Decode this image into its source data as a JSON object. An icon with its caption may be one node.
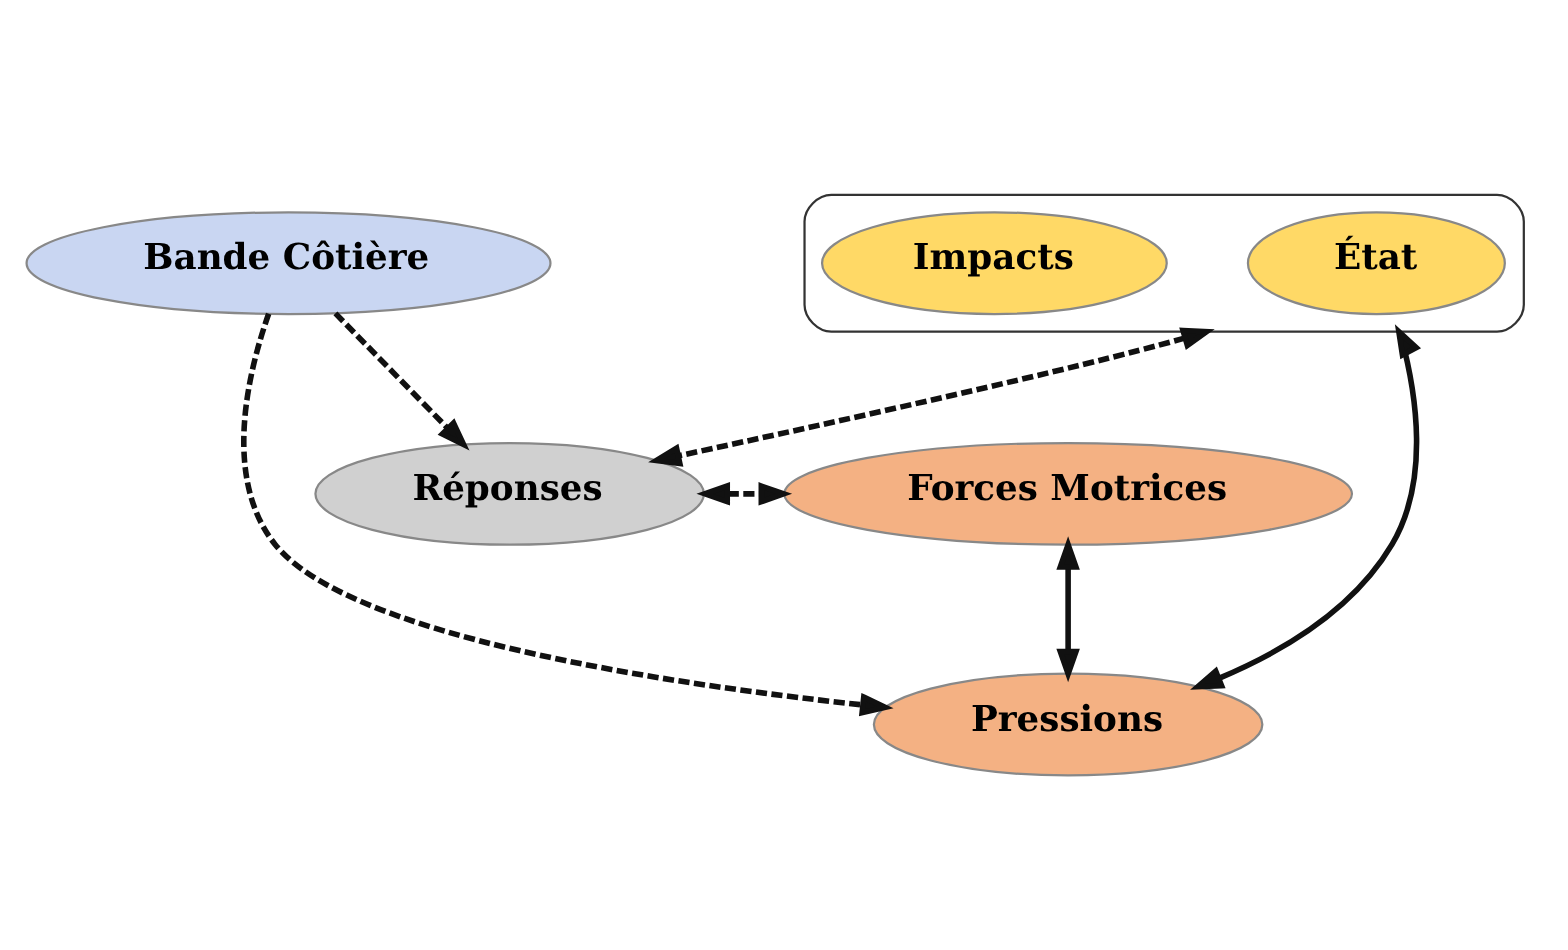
{
  "diagram": {
    "nodes": [
      {
        "text": [
          "Réponses"
        ]
      },
      {
        "text": [
          "Forces Motrices"
        ]
      },
      {
        "text": [
          "Bande Côtière"
        ]
      },
      {
        "text": [
          "Pressions"
        ]
      },
      {
        "text": [],
        "shape": "ellipse"
      },
      {
        "text": [
          "État"
        ],
        "in": 4
      },
      {
        "text": [
          "Impacts"
        ],
        "in": 4
      }
    ],
    "edges": [
      {
        "from": 0,
        "to": 1,
        "arrow": "both",
        "style": "dashed"
      },
      {
        "from": 2,
        "to": 0,
        "arrow": "to",
        "style": "dashed"
      },
      {
        "from": 2,
        "to": 3,
        "arrow": "to",
        "style": "dashed"
      },
      {
        "from": 1,
        "to": 3,
        "arrow": "both"
      },
      {
        "from": 3,
        "to": 4,
        "arrow": "both"
      },
      {
        "from": 4,
        "to": 0,
        "arrow": "both",
        "style": "dashed"
      }
    ]
  }
}
